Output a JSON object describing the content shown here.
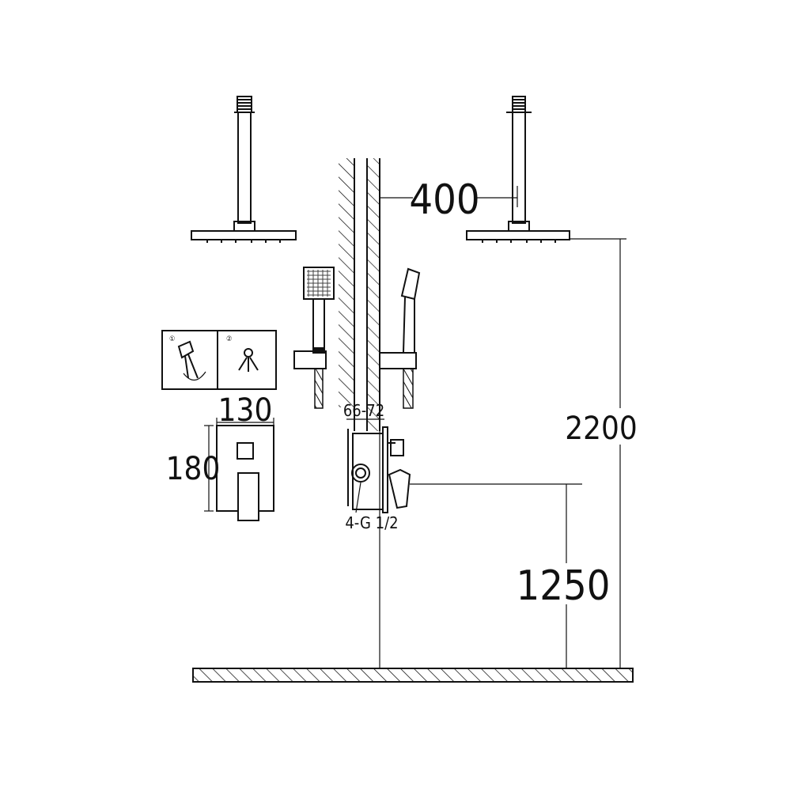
{
  "dimensions": {
    "arm_offset": "400",
    "overhead_height": "2200",
    "valve_height": "1250",
    "plate_width": "130",
    "plate_height": "180",
    "box_depth": "66-72",
    "connection": "4-G 1/2"
  },
  "diverter_panel": {
    "position_1": "①",
    "position_2": "②"
  },
  "colors": {
    "line": "#111111",
    "background": "#ffffff"
  }
}
